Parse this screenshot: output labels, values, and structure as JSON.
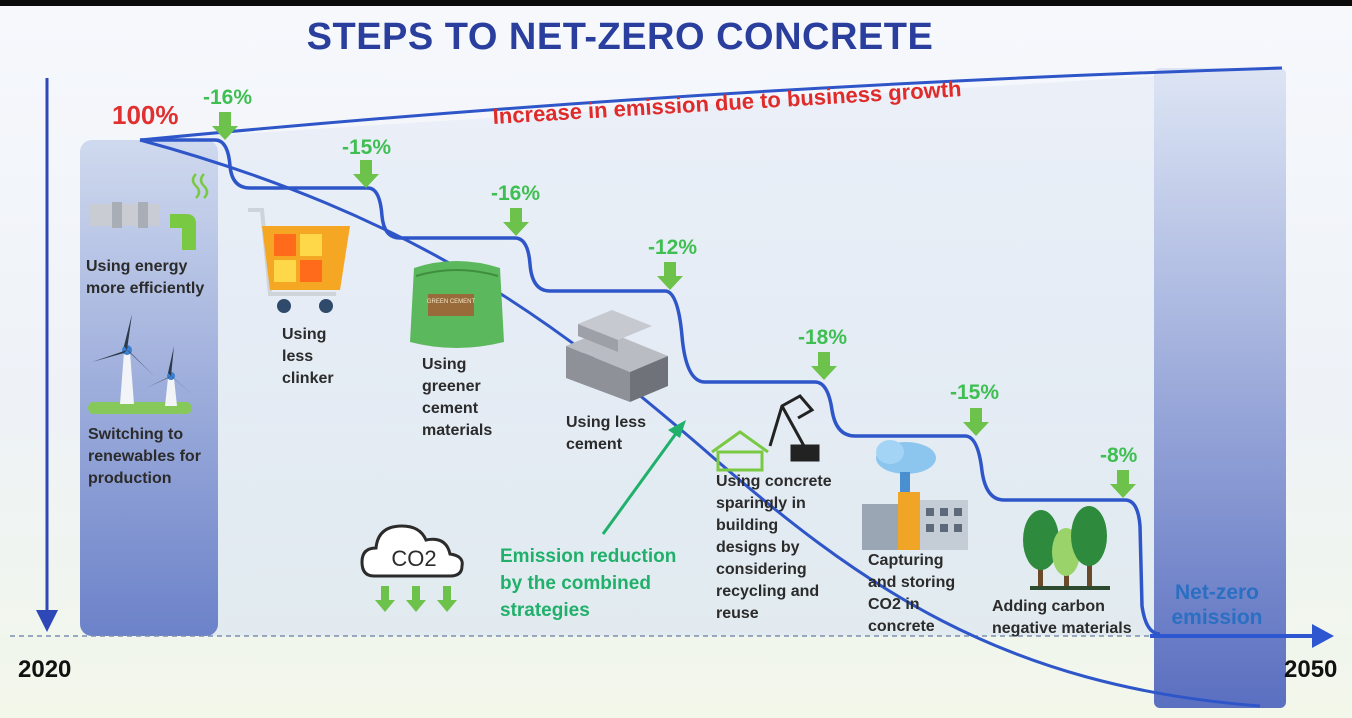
{
  "title": "STEPS TO NET-ZERO CONCRETE",
  "start_value": "100%",
  "growth_label": "Increase in emission due to business growth",
  "reduction_label": [
    "Emission reduction",
    "by the combined",
    "strategies"
  ],
  "net_zero_label": [
    "Net-zero",
    "emission"
  ],
  "years": {
    "start": "2020",
    "end": "2050"
  },
  "co2_label": "CO2",
  "sack_label": "GREEN CEMENT",
  "steps": [
    {
      "reduction": "-16%",
      "label": [
        "Using energy",
        "more efficiently"
      ]
    },
    {
      "reduction": "-15%",
      "label": [
        "Using",
        "less",
        "clinker"
      ]
    },
    {
      "reduction": "-16%",
      "label": [
        "Using",
        "greener",
        "cement",
        "materials"
      ]
    },
    {
      "reduction": "-12%",
      "label": [
        "Using less",
        "cement"
      ]
    },
    {
      "reduction": "-18%",
      "label": [
        "Using concrete",
        "sparingly in",
        "building",
        "designs by",
        "considering",
        "recycling and",
        "reuse"
      ]
    },
    {
      "reduction": "-15%",
      "label": [
        "Capturing",
        "and storing",
        "CO2 in",
        "concrete"
      ]
    },
    {
      "reduction": "-8%",
      "label": [
        "Adding carbon",
        "negative materials"
      ]
    }
  ],
  "renewables_label": [
    "Switching to",
    "renewables for",
    "production"
  ],
  "colors": {
    "title": "#2a3f9d",
    "line": "#2f56c9",
    "arrow": "#6cc24a",
    "growth": "#e02b2b",
    "reduction": "#21b06b"
  }
}
